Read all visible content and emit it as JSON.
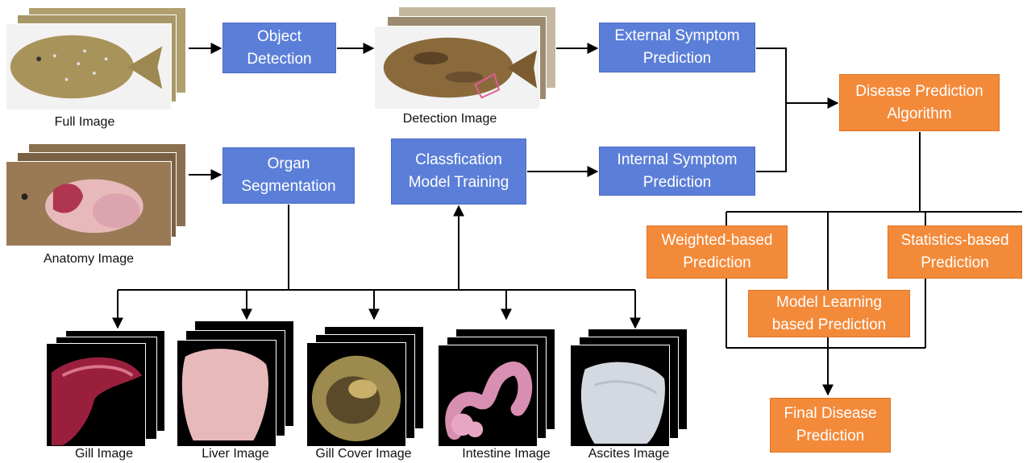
{
  "processes": {
    "object_detection": "Object\nDetection",
    "organ_segmentation": "Organ\nSegmentation",
    "classification_training": "Classfication\nModel Training",
    "external_symptom": "External Symptom\nPrediction",
    "internal_symptom": "Internal Symptom\nPrediction",
    "disease_algorithm": "Disease Prediction\nAlgorithm",
    "weighted_prediction": "Weighted-based\nPrediction",
    "statistics_prediction": "Statistics-based\nPrediction",
    "model_learning_prediction": "Model Learning\nbased Prediction",
    "final_prediction": "Final Disease\nPrediction"
  },
  "images": {
    "full": "Full Image",
    "detection": "Detection Image",
    "anatomy": "Anatomy Image",
    "gill": "Gill Image",
    "liver": "Liver Image",
    "gill_cover": "Gill Cover Image",
    "intestine": "Intestine Image",
    "ascites": "Ascites Image"
  },
  "colors": {
    "process_blue": "#5b7fd8",
    "process_orange": "#f38a3a",
    "fish_skin": "#a8945a",
    "fish_detected": "#8a6a3a",
    "fish_anatomy": "#9a7a55",
    "gill_tissue": "#9a1f3d",
    "liver_tissue": "#e7b9bb",
    "gill_cover_tissue": "#9c8a4e",
    "intestine_tissue": "#d98fb2",
    "ascites_tissue": "#d4d8e0",
    "organ_background": "#000000"
  }
}
